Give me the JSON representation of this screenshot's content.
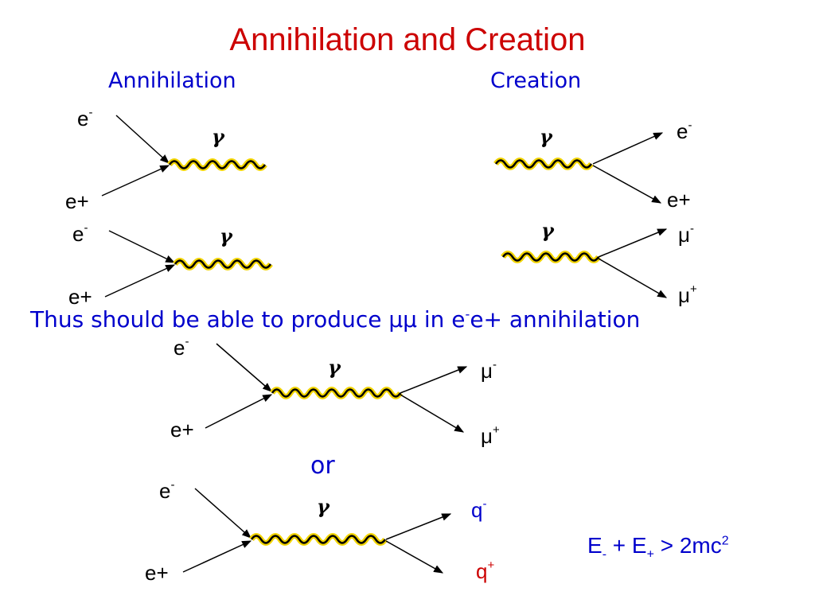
{
  "title": "Annihilation and Creation",
  "annihilation_heading": "Annihilation",
  "creation_heading": "Creation",
  "gamma_symbol": "γ",
  "labels": {
    "a1_in_top": "e",
    "a1_in_top_sup": "-",
    "a1_in_bottom": "e+",
    "a2_in_top": "e",
    "a2_in_top_sup": "-",
    "a2_in_bottom": "e+",
    "c1_out_top": "e",
    "c1_out_top_sup": "-",
    "c1_out_bottom": "e+",
    "c2_out_top": "μ",
    "c2_out_top_sup": "-",
    "c2_out_bottom": "μ",
    "c2_out_bottom_sup": "+",
    "f1_in_top": "e",
    "f1_in_top_sup": "-",
    "f1_in_bottom": "e+",
    "f1_out_top": "μ",
    "f1_out_top_sup": "-",
    "f1_out_bottom": "μ",
    "f1_out_bottom_sup": "+",
    "f2_in_top": "e",
    "f2_in_top_sup": "-",
    "f2_in_bottom": "e+",
    "f2_out_top": "q",
    "f2_out_top_sup": "-",
    "f2_out_bottom": "q",
    "f2_out_bottom_sup": "+"
  },
  "statement": {
    "part1": "Thus should be able to produce μμ in e",
    "sup": "-",
    "part2": "e+ annihilation"
  },
  "or_text": "or",
  "equation": {
    "e1": "E",
    "e1_sub": "-",
    "plus": " + E",
    "e2_sub": "+",
    "rest": " > 2mc",
    "exp": "2"
  },
  "colors": {
    "title": "#cc0000",
    "headings": "#0000cc",
    "photon_line": "#000000",
    "photon_glow": "#f2d400",
    "q_minus": "#0000cc",
    "q_plus": "#cc0000"
  }
}
